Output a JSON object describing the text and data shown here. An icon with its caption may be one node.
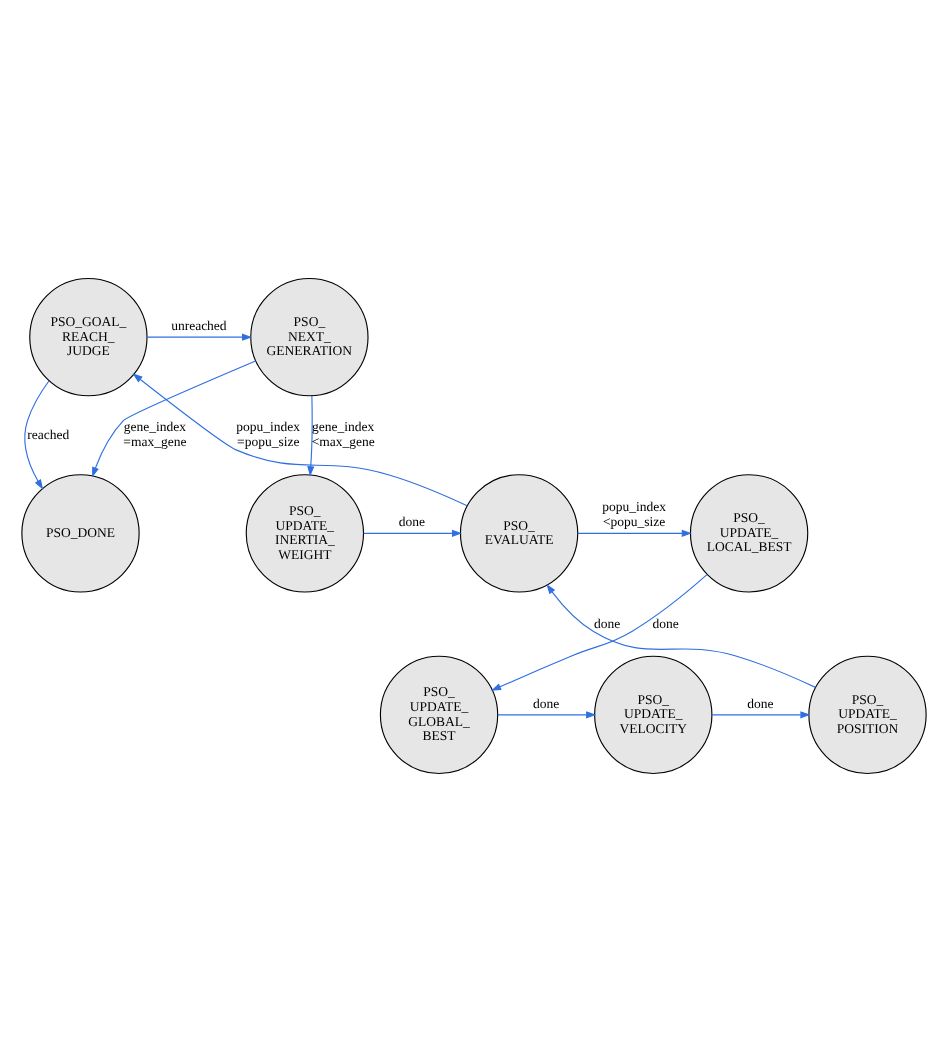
{
  "diagram": {
    "nodes": [
      {
        "text": [
          "PSO_DONE"
        ]
      },
      {
        "text": [
          "PSO_ NEXT_ GENERATION"
        ]
      },
      {
        "text": [
          "PSO_GOAL_ REACH_ JUDGE"
        ]
      },
      {
        "text": [
          "PSO_ UPDATE_ INERTIA_ WEIGHT"
        ]
      },
      {
        "text": [
          "PSO_ EVALUATE"
        ]
      },
      {
        "text": [
          "PSO_ UPDATE_ LOCAL_BEST"
        ]
      },
      {
        "text": [
          "PSO_ UPDATE_ POSITION"
        ]
      },
      {
        "text": [
          "PSO_ UPDATE_ VELOCITY"
        ]
      },
      {
        "text": [
          "PSO_ UPDATE_ GLOBAL_ BEST"
        ]
      }
    ],
    "edges": [
      {
        "from": 1,
        "to": 0,
        "arrow": "to",
        "label": "gene_index =max_gene"
      },
      {
        "from": 2,
        "to": 0,
        "arrow": "to",
        "label": "reached"
      },
      {
        "from": 2,
        "to": 1,
        "arrow": "to",
        "label": "unreached"
      },
      {
        "from": 1,
        "to": 3,
        "arrow": "to",
        "label": "gene_index <max_gene"
      },
      {
        "from": 4,
        "to": 2,
        "arrow": "to",
        "label": "popu_index =popu_size"
      },
      {
        "from": 3,
        "to": 4,
        "arrow": "to",
        "label": "done"
      },
      {
        "from": 4,
        "to": 5,
        "arrow": "to",
        "label": "popu_index <popu_size"
      },
      {
        "from": 5,
        "to": 8,
        "arrow": "to",
        "label": "done"
      },
      {
        "from": 8,
        "to": 7,
        "arrow": "to",
        "label": "done"
      },
      {
        "from": 7,
        "to": 6,
        "arrow": "to",
        "label": "done"
      },
      {
        "from": 6,
        "to": 4,
        "arrow": "to",
        "label": "done"
      }
    ]
  }
}
